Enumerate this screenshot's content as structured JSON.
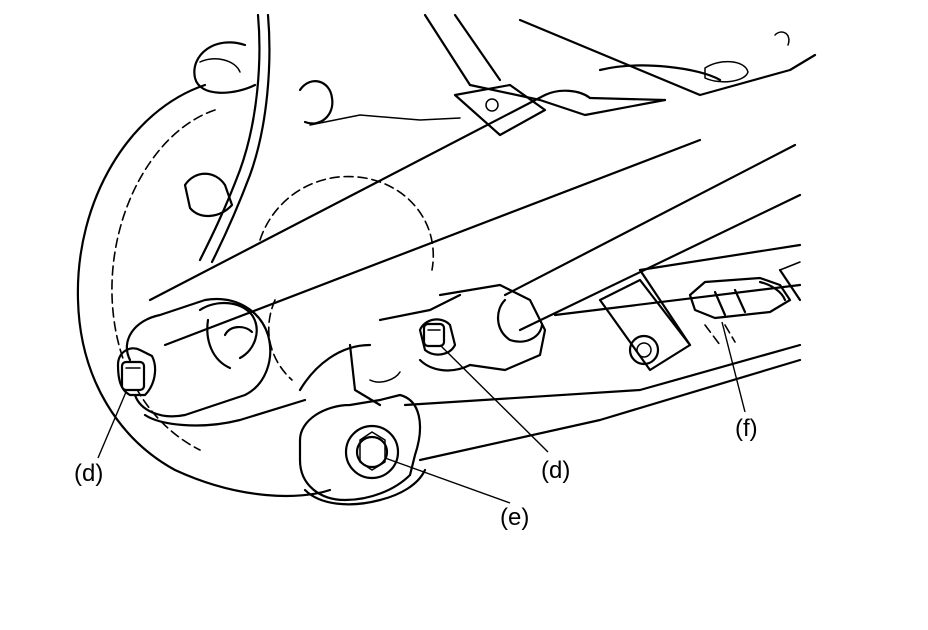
{
  "labels": {
    "d_left": "(d)",
    "d_center": "(d)",
    "e": "(e)",
    "f": "(f)"
  }
}
